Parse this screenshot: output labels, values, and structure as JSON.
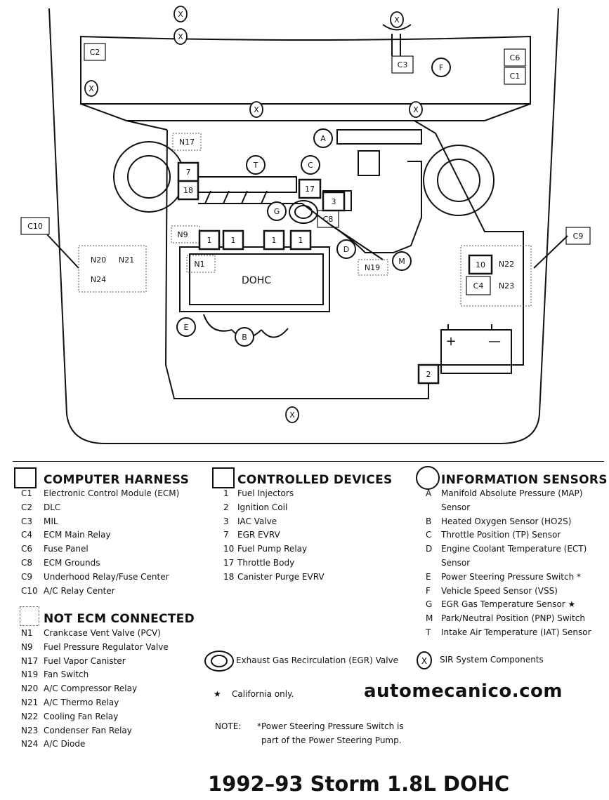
{
  "diagram": {
    "component_labels": {
      "dohc": "DOHC",
      "x": "X",
      "c1": "C1",
      "c2": "C2",
      "c3": "C3",
      "c4": "C4",
      "c6": "C6",
      "c8": "C8",
      "c9": "C9",
      "c10": "C10",
      "r1": "1",
      "r2": "2",
      "r3": "3",
      "r7": "7",
      "r10": "10",
      "r17": "17",
      "r18": "18",
      "n1": "N1",
      "n9": "N9",
      "n17": "N17",
      "n19": "N19",
      "n20": "N20",
      "n21": "N21",
      "n22": "N22",
      "n23": "N23",
      "n24": "N24",
      "sA": "A",
      "sB": "B",
      "sC": "C",
      "sD": "D",
      "sE": "E",
      "sF": "F",
      "sG": "G",
      "sM": "M",
      "sT": "T",
      "plus": "+",
      "minus": "—"
    }
  },
  "legend": {
    "computer_harness": {
      "title": "COMPUTER HARNESS",
      "items": [
        {
          "code": "C1",
          "text": "Electronic Control Module (ECM)"
        },
        {
          "code": "C2",
          "text": "DLC"
        },
        {
          "code": "C3",
          "text": "MIL"
        },
        {
          "code": "C4",
          "text": "ECM Main Relay"
        },
        {
          "code": "C6",
          "text": "Fuse Panel"
        },
        {
          "code": "C8",
          "text": "ECM Grounds"
        },
        {
          "code": "C9",
          "text": "Underhood Relay/Fuse Center"
        },
        {
          "code": "C10",
          "text": "A/C Relay Center"
        }
      ]
    },
    "not_ecm_connected": {
      "title": "NOT ECM CONNECTED",
      "items": [
        {
          "code": "N1",
          "text": "Crankcase Vent Valve (PCV)"
        },
        {
          "code": "N9",
          "text": "Fuel Pressure Regulator Valve"
        },
        {
          "code": "N17",
          "text": "Fuel Vapor Canister"
        },
        {
          "code": "N19",
          "text": "Fan Switch"
        },
        {
          "code": "N20",
          "text": "A/C Compressor Relay"
        },
        {
          "code": "N21",
          "text": "A/C Thermo Relay"
        },
        {
          "code": "N22",
          "text": "Cooling Fan Relay"
        },
        {
          "code": "N23",
          "text": "Condenser Fan Relay"
        },
        {
          "code": "N24",
          "text": "A/C Diode"
        }
      ]
    },
    "controlled_devices": {
      "title": "CONTROLLED DEVICES",
      "items": [
        {
          "code": "1",
          "text": "Fuel Injectors"
        },
        {
          "code": "2",
          "text": "Ignition Coil"
        },
        {
          "code": "3",
          "text": "IAC Valve"
        },
        {
          "code": "7",
          "text": "EGR EVRV"
        },
        {
          "code": "10",
          "text": "Fuel Pump Relay"
        },
        {
          "code": "17",
          "text": "Throttle Body"
        },
        {
          "code": "18",
          "text": "Canister Purge EVRV"
        }
      ]
    },
    "information_sensors": {
      "title": "INFORMATION SENSORS",
      "items": [
        {
          "code": "A",
          "text": "Manifold Absolute Pressure (MAP)"
        },
        {
          "code": "",
          "text": "Sensor"
        },
        {
          "code": "B",
          "text": "Heated Oxygen Sensor (HO2S)"
        },
        {
          "code": "C",
          "text": "Throttle Position (TP) Sensor"
        },
        {
          "code": "D",
          "text": "Engine Coolant Temperature (ECT)"
        },
        {
          "code": "",
          "text": "Sensor"
        },
        {
          "code": "E",
          "text": "Power Steering Pressure Switch *"
        },
        {
          "code": "F",
          "text": "Vehicle Speed Sensor (VSS)"
        },
        {
          "code": "G",
          "text": "EGR Gas Temperature Sensor ★"
        },
        {
          "code": "M",
          "text": "Park/Neutral Position (PNP) Switch"
        },
        {
          "code": "T",
          "text": "Intake Air Temperature (IAT) Sensor"
        }
      ]
    },
    "egr_valve": "Exhaust Gas Recirculation (EGR) Valve",
    "sir_symbol": "X",
    "sir": "SIR System Components",
    "california_star": "★",
    "california": "California only.",
    "note_label": "NOTE:",
    "note_line1": "*Power Steering Pressure Switch is",
    "note_line2": "part of the Power Steering Pump."
  },
  "watermark": "automecanico.com",
  "footer_title": "1992–93 Storm 1.8L DOHC"
}
